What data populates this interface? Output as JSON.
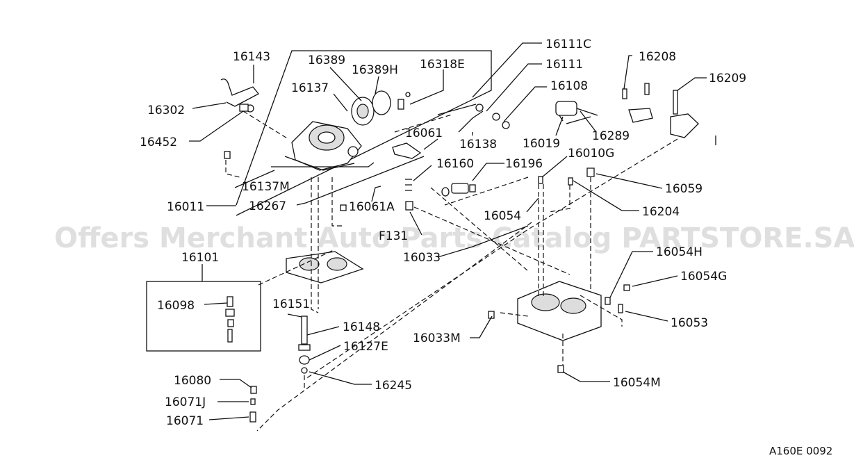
{
  "watermark": "Offers Merchant Auto Parts Catalog PARTSTORE.SA",
  "figure_code": "A160E 0092",
  "labels": {
    "p16143": "16143",
    "p16389": "16389",
    "p16389H": "16389H",
    "p16318E": "16318E",
    "p16111C": "16111C",
    "p16111": "16111",
    "p16108": "16108",
    "p16208": "16208",
    "p16209": "16209",
    "p16137": "16137",
    "p16302": "16302",
    "p16452": "16452",
    "p16061": "16061",
    "p16138": "16138",
    "p16019": "16019",
    "p16289": "16289",
    "p16010G": "16010G",
    "p16160": "16160",
    "p16196": "16196",
    "p16059": "16059",
    "p16137M": "16137M",
    "p16267": "16267",
    "p16011": "16011",
    "p16061A": "16061A",
    "p16054": "16054",
    "p16204": "16204",
    "pF131": "F131",
    "p16033": "16033",
    "p16054H": "16054H",
    "p16101": "16101",
    "p16054G": "16054G",
    "p16098": "16098",
    "p16151": "16151",
    "p16053": "16053",
    "p16148": "16148",
    "p16033M": "16033M",
    "p16127E": "16127E",
    "p16080": "16080",
    "p16245": "16245",
    "p16054M": "16054M",
    "p16071J": "16071J",
    "p16071": "16071"
  }
}
